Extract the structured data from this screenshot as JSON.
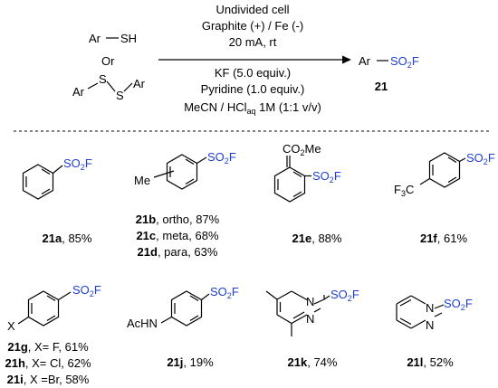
{
  "conditions": {
    "line1": "Undivided cell",
    "line2": "Graphite (+) / Fe (-)",
    "line3": "20 mA, rt",
    "line4": "KF (5.0 equiv.)",
    "line5": "Pyridine (1.0 equiv.)",
    "line6_pre": "MeCN / HCl",
    "line6_sub": "aq",
    "line6_post": " 1M (1:1 v/v)"
  },
  "reactants": {
    "thiol_ar": "Ar",
    "thiol_sh": "SH",
    "or": "Or",
    "disulfide_ar1": "Ar",
    "disulfide_s1": "S",
    "disulfide_s2": "S",
    "disulfide_ar2": "Ar"
  },
  "product": {
    "ar": "Ar",
    "so2f_pre": "SO",
    "so2f_sub": "2",
    "so2f_post": "F",
    "number": "21"
  },
  "so2f": {
    "pre": "SO",
    "sub": "2",
    "post": "F"
  },
  "labels": {
    "a": {
      "num": "21a",
      "rest": ", 85%"
    },
    "b": {
      "num": "21b",
      "rest": ", ortho, 87%"
    },
    "c": {
      "num": "21c",
      "rest": ", meta, 68%"
    },
    "d": {
      "num": "21d",
      "rest": ", para, 63%"
    },
    "e": {
      "num": "21e",
      "rest": ", 88%"
    },
    "f": {
      "num": "21f",
      "rest": ", 61%"
    },
    "g": {
      "num": "21g",
      "rest": ", X= F, 61%"
    },
    "h": {
      "num": "21h",
      "rest": ", X= Cl, 62%"
    },
    "i": {
      "num": "21i",
      "rest": ", X =Br, 58%"
    },
    "j": {
      "num": "21j",
      "rest": ", 19%"
    },
    "k": {
      "num": "21k",
      "rest": ", 74%"
    },
    "l": {
      "num": "21l",
      "rest": ", 52%"
    }
  },
  "substituents": {
    "me": "Me",
    "co2me_pre": "CO",
    "co2me_sub": "2",
    "co2me_post": "Me",
    "cf3_pre": "F",
    "cf3_sub": "3",
    "cf3_post": "C",
    "x": "X",
    "achn": "AcHN",
    "n": "N"
  },
  "colors": {
    "so2f": "#1f3fd0",
    "text": "#000000"
  }
}
